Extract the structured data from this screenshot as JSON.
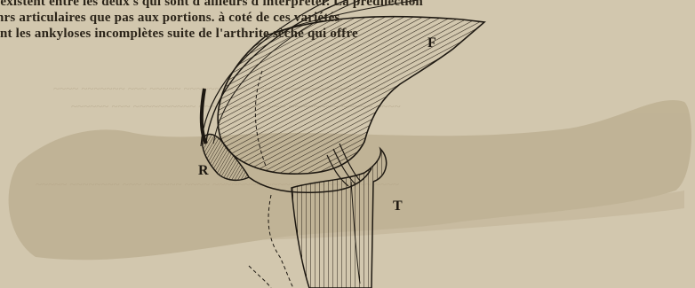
{
  "page": {
    "text_lines": [
      "lexistent entre les deux s qui sont d'ailleurs d'interpréter. La prédilection",
      "hrs articulaires que pas aux portions. à coté de ces variétés",
      "nt les ankyloses incomplètes suite de l'arthrite sèche qui offre"
    ]
  },
  "figure": {
    "labels": {
      "f": "F",
      "r": "R",
      "t": "T"
    }
  },
  "colors": {
    "paper": "#d2c7ae",
    "ink": "#1d1811",
    "show_through": "#b3a484"
  }
}
